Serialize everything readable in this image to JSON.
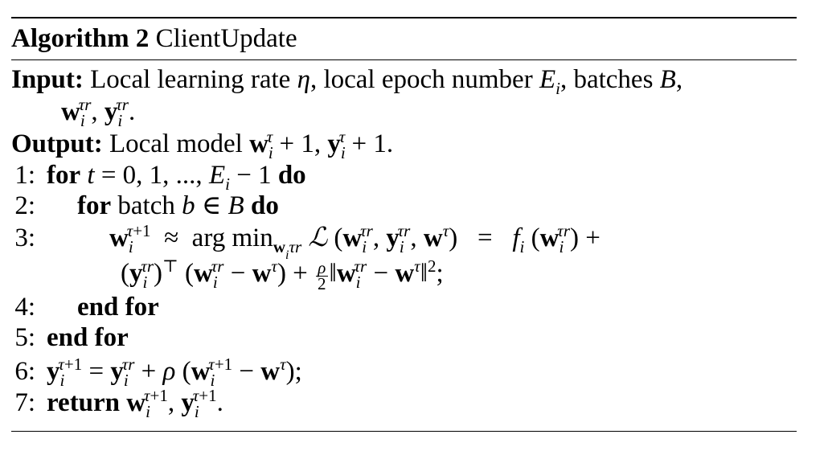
{
  "title": {
    "label": "Algorithm 2",
    "name": "ClientUpdate"
  },
  "input": {
    "label": "Input:",
    "text_1": "Local learning rate η, local epoch number E",
    "text_2": ", batches B,"
  },
  "output": {
    "label": "Output:",
    "text": "Local model"
  },
  "steps": [
    {
      "num": "1:"
    },
    {
      "num": "2:"
    },
    {
      "num": "3:"
    },
    {
      "num": "4:"
    },
    {
      "num": "5:"
    },
    {
      "num": "6:"
    },
    {
      "num": "7:"
    }
  ],
  "keywords": {
    "for": "for",
    "do": "do",
    "end_for": "end for",
    "return": "return",
    "batch": "batch"
  }
}
